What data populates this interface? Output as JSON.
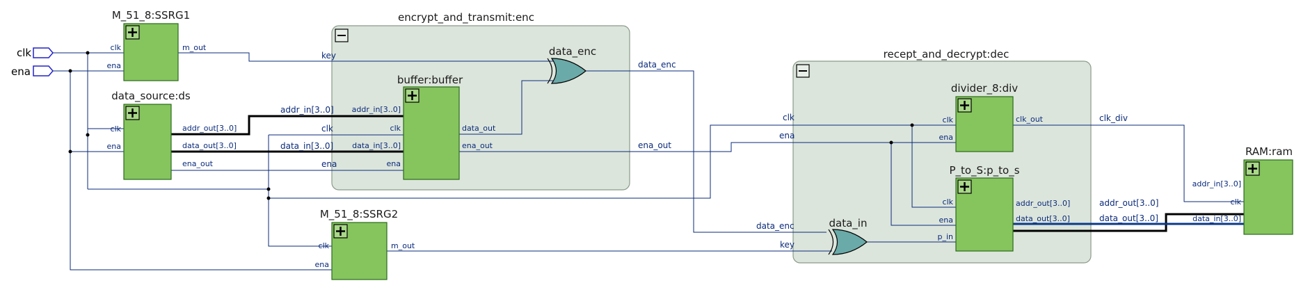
{
  "inputs": {
    "clk": "clk",
    "ena": "ena"
  },
  "groups": {
    "enc": {
      "title": "encrypt_and_transmit:enc"
    },
    "dec": {
      "title": "recept_and_decrypt:dec"
    }
  },
  "blocks": {
    "ssrg1": {
      "title": "M_51_8:SSRG1",
      "in": [
        "clk",
        "ena"
      ],
      "out": [
        "m_out"
      ]
    },
    "ds": {
      "title": "data_source:ds",
      "in": [
        "clk",
        "ena"
      ],
      "out": [
        "addr_out[3..0]",
        "data_out[3..0]",
        "ena_out"
      ]
    },
    "buffer": {
      "title": "buffer:buffer",
      "in": [
        "addr_in[3..0]",
        "clk",
        "data_in[3..0]",
        "ena"
      ],
      "out": [
        "data_out",
        "ena_out"
      ]
    },
    "ssrg2": {
      "title": "M_51_8:SSRG2",
      "in": [
        "clk",
        "ena"
      ],
      "out": [
        "m_out"
      ]
    },
    "div": {
      "title": "divider_8:div",
      "in": [
        "clk",
        "ena"
      ],
      "out": [
        "clk_out"
      ]
    },
    "pts": {
      "title": "P_to_S:p_to_s",
      "in": [
        "clk",
        "ena",
        "p_in"
      ],
      "out": [
        "addr_out[3..0]",
        "data_out[3..0]"
      ]
    },
    "ram": {
      "title": "RAM:ram",
      "in": [
        "addr_in[3..0]",
        "clk",
        "data_in[3..0]"
      ]
    }
  },
  "gates": {
    "enc": {
      "title": "data_enc"
    },
    "dec": {
      "title": "data_in"
    }
  },
  "nets": {
    "key1": "key",
    "addr_in": "addr_in[3..0]",
    "clk_enc": "clk",
    "data_in": "data_in[3..0]",
    "ena_enc": "ena",
    "data_enc": "data_enc",
    "ena_out": "ena_out",
    "clk_dec": "clk",
    "ena_dec": "ena",
    "clk_div": "clk_div",
    "data_enc2": "data_enc",
    "key2": "key",
    "addr_out": "addr_out[3..0]",
    "data_out": "data_out[3..0]"
  },
  "colors": {
    "block_fill": "#86c45e",
    "group_fill": "#dce5dc",
    "xor_fill": "#6aaaa8",
    "wire": "#0a2a7a"
  }
}
